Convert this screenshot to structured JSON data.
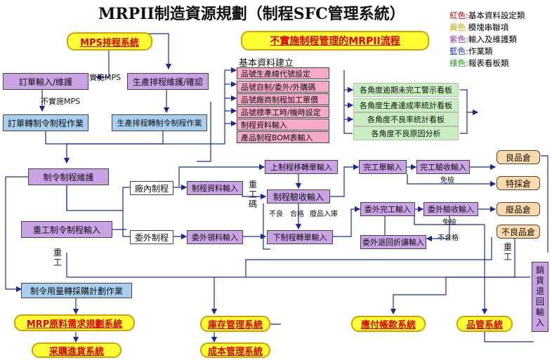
{
  "title": "MRPII制造資源規劃（制程SFC管理系統）",
  "legend": [
    {
      "color_name": "紅色:",
      "desc": "基本資料設定類",
      "color": "#e00000"
    },
    {
      "color_name": "黃色",
      "desc": "模塊串聯項",
      "color": "#d4a000"
    },
    {
      "color_name": "紫色:",
      "desc": "輸入及維護類",
      "color": "#9a2bbd"
    },
    {
      "color_name": "藍色:",
      "desc": "作業類",
      "color": "#2233cc"
    },
    {
      "color_name": "綠色:",
      "desc": "報表看板類",
      "color": "#1a9a1a"
    }
  ],
  "systems": {
    "mps": "MPS排程系統",
    "non_mrp": "不實施制程管理的MRPII流程",
    "mrp": "MRP原料需求規劃系統",
    "purchase": "采購進貨系統",
    "inventory": "庫存管理系統",
    "cost": "成本管理系統",
    "ap": "應付帳款系統",
    "qc": "品管系統"
  },
  "basic_setup": {
    "heading": "基本資料建立",
    "items": [
      "品號生產線代號設定",
      "品號自制/委外/外購碼",
      "品號廠商制程加工單價",
      "品號標準工時/機時設定",
      "制程資料輸入",
      "產品制程BOM表輸入"
    ]
  },
  "reports": [
    "各角度逾期未完工警示看板",
    "各角度生產達成率統計看板",
    "各角度不良率統計看板",
    "各角度不良原因分析"
  ],
  "boxes": {
    "order_input": "訂單輸入/維護",
    "schedule_maint": "生產排程維護/確認",
    "order_to_mo": "訂單轉制令制程作業",
    "schedule_to_mo": "生產排程轉制令制程作業",
    "mo_maint": "制令制程維護",
    "rework_input": "重工制令制程輸入",
    "mo_to_purchase": "制令用量轉採購計劃作業",
    "in_house": "廠內制程",
    "outsource": "委外制程",
    "process_input": "制程資料輸入",
    "outsource_issue": "委外領料輸入",
    "up_transfer": "上制程移轉單輸入",
    "process_inspect": "制程驗收輸入",
    "down_transfer": "下制程轉單輸入",
    "complete_input": "完工單輸入",
    "complete_inspect": "完工驗收輸入",
    "out_complete": "委外完工輸入",
    "out_inspect": "委外驗收輸入",
    "out_return": "委外退回折讓輸入"
  },
  "warehouses": [
    "良品倉",
    "特採倉",
    "廢品倉",
    "不良品倉"
  ],
  "sales_return": "銷貨退回輸入",
  "labels": {
    "implement_mps": "實施MPS",
    "not_implement_mps": "不實施MPS",
    "rework_code": "重工碼",
    "defect": "不良",
    "pass": "合格",
    "scrap_in": "廢品入庫",
    "exempt1": "免檢",
    "exempt2": "免檢",
    "fail": "不合格",
    "rework_left": "重工",
    "rework_right": "重工"
  }
}
